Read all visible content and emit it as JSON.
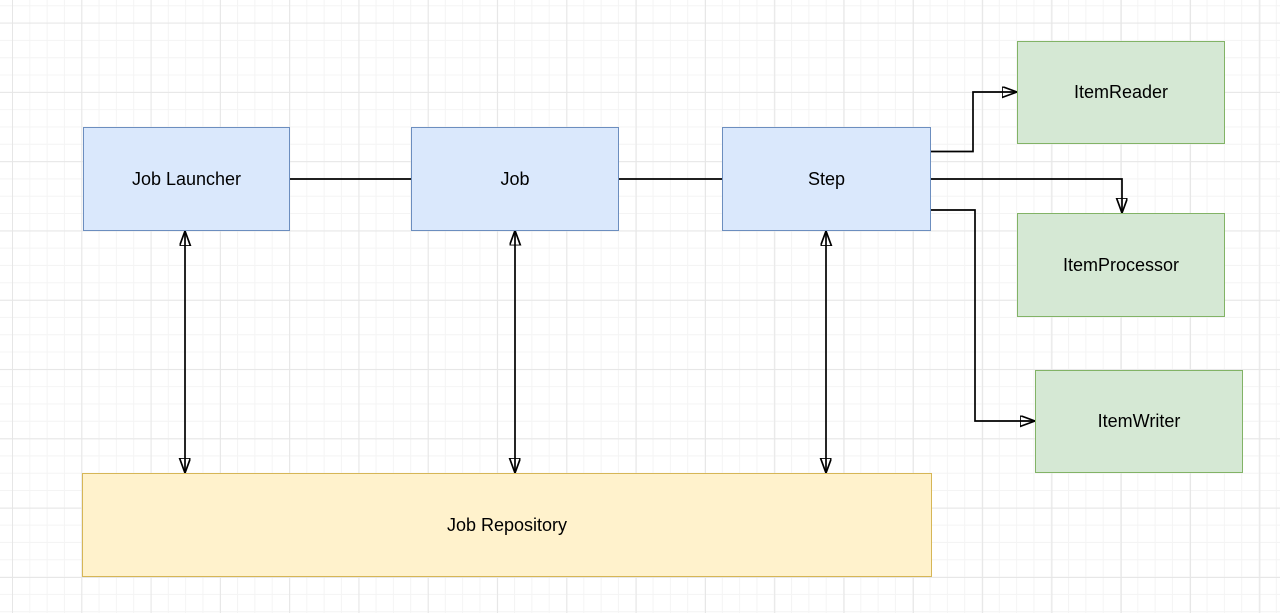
{
  "diagram": {
    "type": "flowchart",
    "description_style": "drawio-grid-canvas",
    "nodes": [
      {
        "id": "job-launcher",
        "label": "Job Launcher",
        "fill": "#dae8fc",
        "border": "#6c8ebf"
      },
      {
        "id": "job",
        "label": "Job",
        "fill": "#dae8fc",
        "border": "#6c8ebf"
      },
      {
        "id": "step",
        "label": "Step",
        "fill": "#dae8fc",
        "border": "#6c8ebf"
      },
      {
        "id": "item-reader",
        "label": "ItemReader",
        "fill": "#d5e8d4",
        "border": "#82b366"
      },
      {
        "id": "item-processor",
        "label": "ItemProcessor",
        "fill": "#d5e8d4",
        "border": "#82b366"
      },
      {
        "id": "item-writer",
        "label": "ItemWriter",
        "fill": "#d5e8d4",
        "border": "#82b366"
      },
      {
        "id": "job-repository",
        "label": "Job Repository",
        "fill": "#fff2cc",
        "border": "#d6b656"
      }
    ],
    "edges": [
      {
        "from": "job-launcher",
        "to": "job",
        "style": "plain-line"
      },
      {
        "from": "job",
        "to": "step",
        "style": "plain-line"
      },
      {
        "from": "step",
        "to": "item-reader",
        "style": "arrow"
      },
      {
        "from": "step",
        "to": "item-processor",
        "style": "arrow"
      },
      {
        "from": "step",
        "to": "item-writer",
        "style": "arrow"
      },
      {
        "from": "job-launcher",
        "to": "job-repository",
        "style": "double-arrow"
      },
      {
        "from": "job",
        "to": "job-repository",
        "style": "double-arrow"
      },
      {
        "from": "step",
        "to": "job-repository",
        "style": "double-arrow"
      }
    ],
    "colors": {
      "edge": "#000000",
      "text": "#000000",
      "background": "#ffffff",
      "grid_fine": "#f4f4f4",
      "grid_major": "#e6e6e6"
    }
  }
}
